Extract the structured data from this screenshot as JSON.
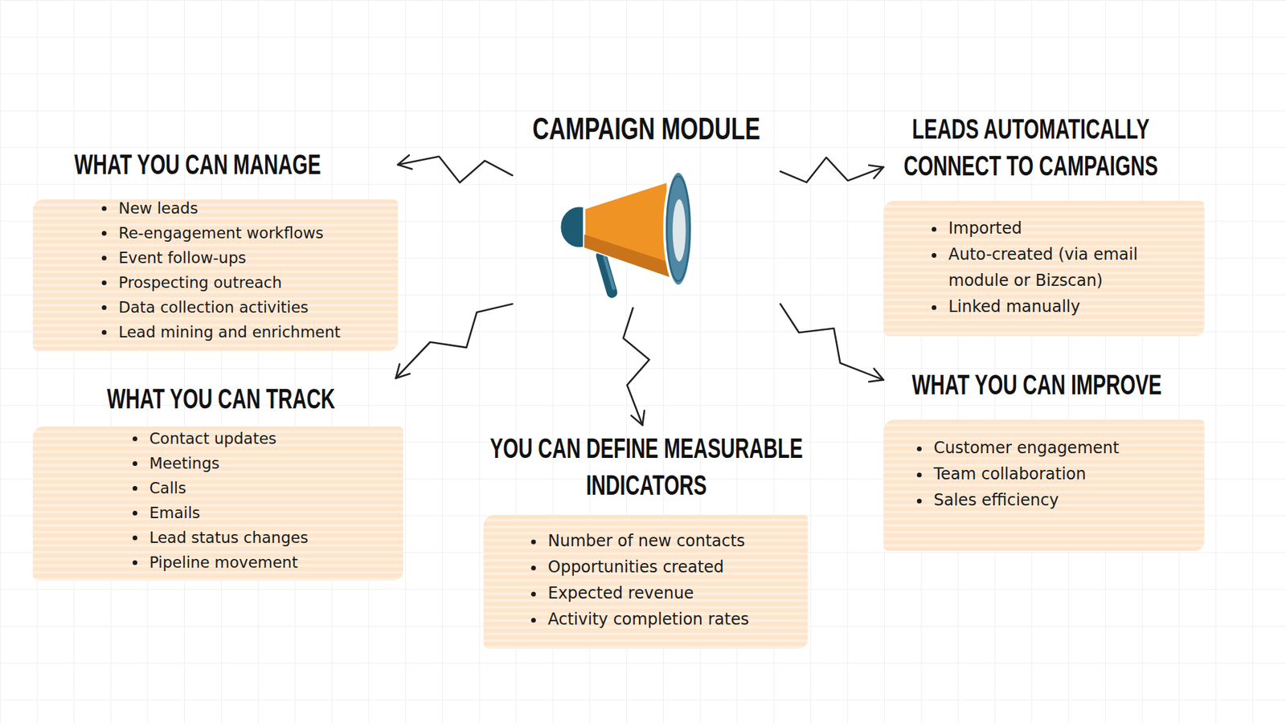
{
  "diagram": {
    "nodes": [
      {
        "text": [
          "CAMPAIGN MODULE"
        ]
      },
      {
        "text": [
          "WHAT YOU CAN MANAGE",
          "New leads",
          "Re-engagement workflows",
          "Event follow-ups",
          "Prospecting outreach",
          "Data collection activities",
          "Lead mining and enrichment"
        ]
      },
      {
        "text": [
          "LEADS AUTOMATICALLY CONNECT TO CAMPAIGNS",
          "Imported",
          "Auto-created (via email module or Bizscan)",
          "Linked manually"
        ]
      },
      {
        "text": [
          "WHAT YOU CAN TRACK",
          "Contact updates",
          "Meetings",
          "Calls",
          "Emails",
          "Lead status changes",
          "Pipeline movement"
        ]
      },
      {
        "text": [
          "WHAT YOU CAN IMPROVE",
          "Customer engagement",
          "Team collaboration",
          "Sales efficiency"
        ]
      },
      {
        "text": [
          "YOU CAN DEFINE MEASURABLE INDICATORS",
          "Number of new contacts",
          "Opportunities created",
          "Expected revenue",
          "Activity completion rates"
        ]
      }
    ],
    "edges": [
      {
        "from": 0,
        "to": 1,
        "arrow": "to"
      },
      {
        "from": 0,
        "to": 2,
        "arrow": "to"
      },
      {
        "from": 0,
        "to": 3,
        "arrow": "to"
      },
      {
        "from": 0,
        "to": 4,
        "arrow": "to"
      },
      {
        "from": 0,
        "to": 5,
        "arrow": "to"
      }
    ]
  }
}
